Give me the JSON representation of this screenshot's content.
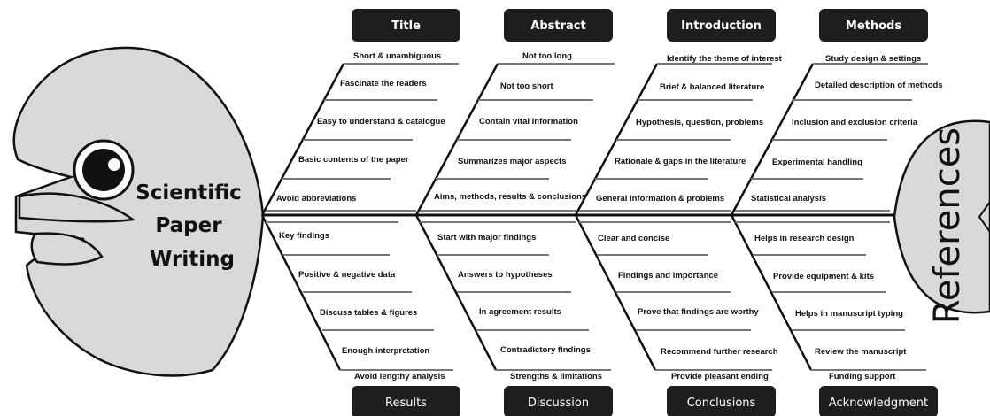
{
  "head": {
    "lines": [
      "Scientific",
      "Paper",
      "Writing"
    ]
  },
  "tail": {
    "label": "References"
  },
  "top_sections": [
    {
      "header": "Title",
      "items": [
        "Short & unambiguous",
        "Fascinate the readers",
        "Easy to understand & catalogue",
        "Basic contents of the paper",
        "Avoid abbreviations"
      ]
    },
    {
      "header": "Abstract",
      "items": [
        "Not too long",
        "Not too short",
        "Contain vital information",
        "Summarizes major aspects",
        "Aims, methods, results & conclusions"
      ]
    },
    {
      "header": "Introduction",
      "items": [
        "Identify the theme of interest",
        "Brief & balanced literature",
        "Hypothesis, question, problems",
        "Rationale & gaps in the literature",
        "General information & problems"
      ]
    },
    {
      "header": "Methods",
      "items": [
        "Study design & settings",
        "Detailed description of methods",
        "Inclusion and exclusion criteria",
        "Experimental handling",
        "Statistical analysis"
      ]
    }
  ],
  "bottom_sections": [
    {
      "header": "Results",
      "items": [
        "Key findings",
        "Positive & negative data",
        "Discuss tables & figures",
        "Enough interpretation",
        "Avoid lengthy analysis"
      ]
    },
    {
      "header": "Discussion",
      "items": [
        "Start with major findings",
        "Answers to hypotheses",
        "In agreement results",
        "Contradictory findings",
        "Strengths & limitations"
      ]
    },
    {
      "header": "Conclusions",
      "items": [
        "Clear and concise",
        "Findings and importance",
        "Prove that findings are worthy",
        "Recommend further research",
        "Provide pleasant ending"
      ]
    },
    {
      "header": "Acknowledgment",
      "items": [
        "Helps in research design",
        "Provide equipment & kits",
        "Helps in manuscript typing",
        "Review the manuscript",
        "Funding support"
      ]
    }
  ],
  "colors": {
    "fish_fill": "#d9d9d9",
    "outline": "#111111",
    "header_fill": "#1e1e1e",
    "bone_line": "#777777"
  }
}
